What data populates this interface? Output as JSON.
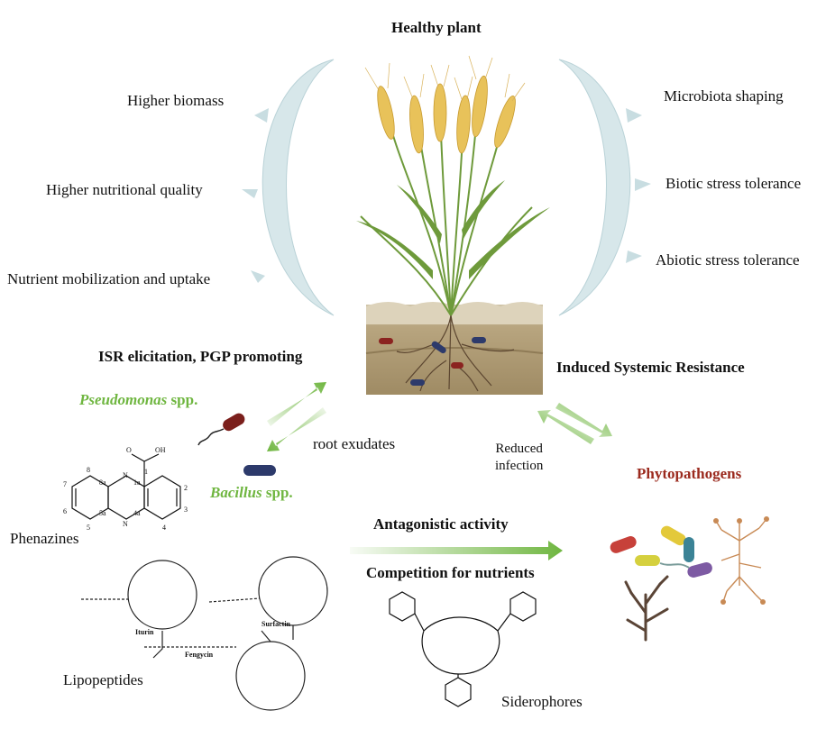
{
  "title": "Healthy plant",
  "left_benefits": [
    "Higher biomass",
    "Higher nutritional quality",
    "Nutrient mobilization and uptake"
  ],
  "right_benefits": [
    "Microbiota shaping",
    "Biotic stress tolerance",
    "Abiotic stress tolerance"
  ],
  "isr_pgp": "ISR elicitation, PGP promoting",
  "isr": "Induced Systemic Resistance",
  "pseudomonas": {
    "genus": "Pseudomonas",
    "suffix": " spp."
  },
  "bacillus": {
    "genus": "Bacillus",
    "suffix": " spp."
  },
  "root_exudates": "root exudates",
  "reduced_infection": "Reduced\ninfection",
  "phytopathogens": "Phytopathogens",
  "antagonistic": "Antagonistic activity",
  "competition": "Competition for nutrients",
  "phenazines": "Phenazines",
  "lipopeptides": "Lipopeptides",
  "siderophores": "Siderophores",
  "lipopeptide_names": [
    "Iturin",
    "Surfactin",
    "Fengycin"
  ],
  "colors": {
    "green": "#6fb640",
    "red": "#9b2a1e",
    "arc": "#d7e7ea"
  }
}
